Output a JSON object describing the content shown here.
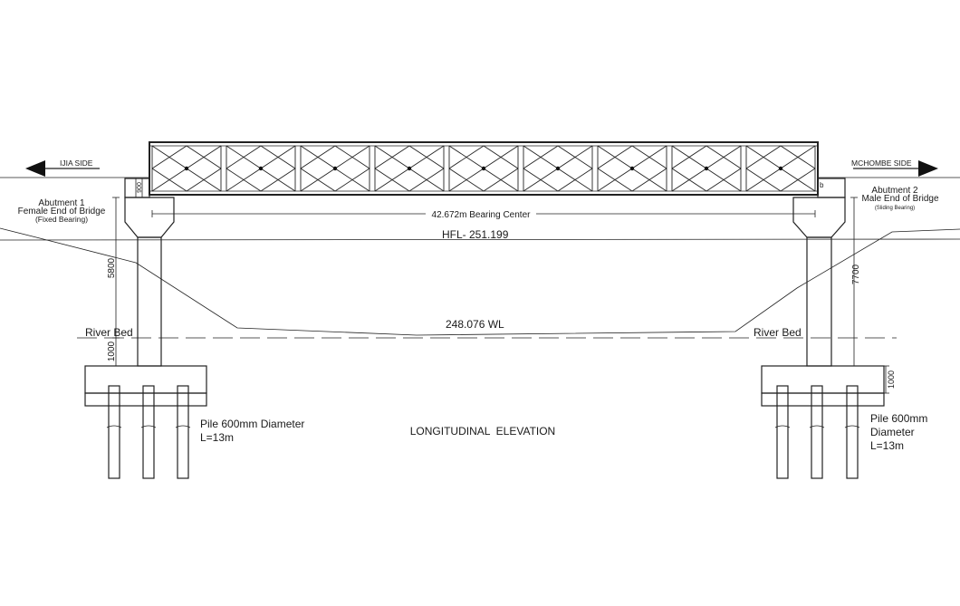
{
  "labels": {
    "left_side": "IJIA SIDE",
    "right_side": "MCHOMBE SIDE",
    "abutment1_line1": "Abutment 1",
    "abutment1_line2": "Female End of Bridge",
    "abutment1_line3": "(Fixed Bearing)",
    "abutment2_line1": "Abutment 2",
    "abutment2_line2": "Male End of Bridge",
    "abutment2_line3": "(Sliding Bearing)",
    "bearing_center": "42.672m Bearing Center",
    "hfl": "HFL- 251.199",
    "water_level": "248.076 WL",
    "river_bed_left": "River Bed",
    "river_bed_right": "River Bed",
    "pile_left_line1": "Pile 600mm Diameter",
    "pile_left_line2": "L=13m",
    "pile_right_line1": "Pile 600mm",
    "pile_right_line2": "Diameter",
    "pile_right_line3": "L=13m",
    "title": "LONGITUDINAL  ELEVATION",
    "dim_left_height": "5800",
    "dim_left_base": "1000",
    "dim_left_small": "900",
    "dim_right_height": "7700",
    "dim_right_base": "1000",
    "bearing_mark_right": "b"
  },
  "truss": {
    "panels": 9
  },
  "colors": {
    "line": "#222222",
    "concrete_speckle": "#333333",
    "background": "#ffffff"
  }
}
